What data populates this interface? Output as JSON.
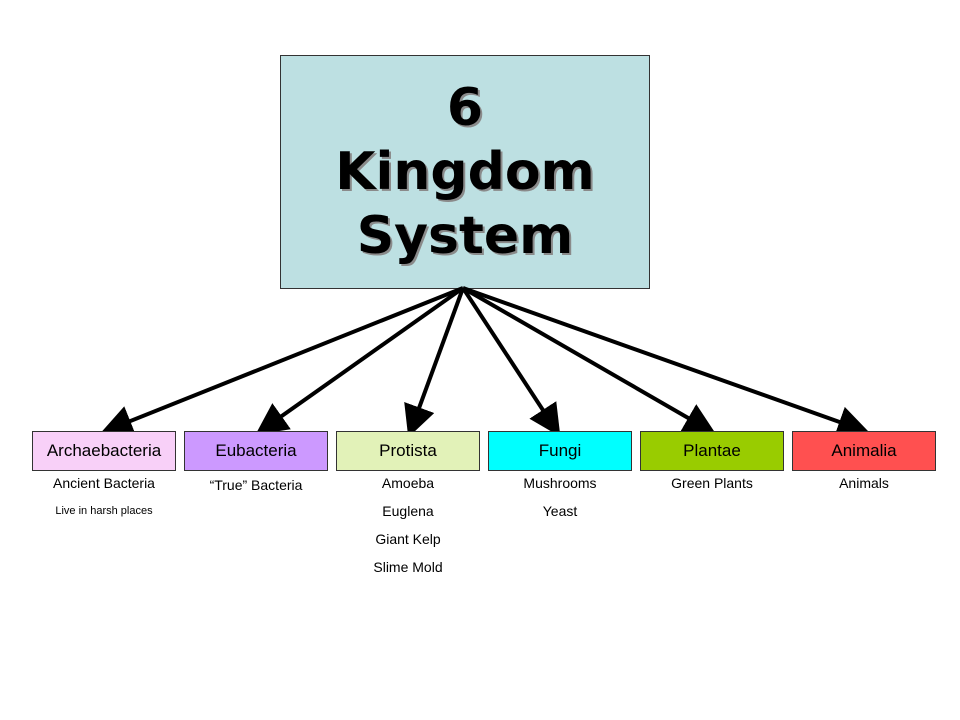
{
  "title": {
    "line1": "6",
    "line2": "Kingdom",
    "line3": "System"
  },
  "kingdoms": [
    {
      "name": "Archaebacteria",
      "color": "#f8d0f8",
      "examples": [
        "Ancient Bacteria"
      ],
      "note": "Live in harsh places"
    },
    {
      "name": "Eubacteria",
      "color": "#cc99ff",
      "examples": [
        "“True” Bacteria"
      ]
    },
    {
      "name": "Protista",
      "color": "#e2f2b8",
      "examples": [
        "Amoeba",
        "Euglena",
        "Giant Kelp",
        "Slime Mold"
      ]
    },
    {
      "name": "Fungi",
      "color": "#00ffff",
      "examples": [
        "Mushrooms",
        "Yeast"
      ]
    },
    {
      "name": "Plantae",
      "color": "#99cc00",
      "examples": [
        "Green Plants"
      ]
    },
    {
      "name": "Animalia",
      "color": "#ff5050",
      "examples": [
        "Animals"
      ]
    }
  ]
}
